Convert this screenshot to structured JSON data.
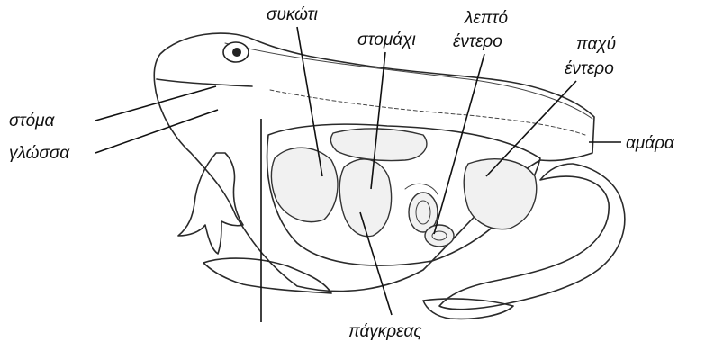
{
  "labels": {
    "mouth": "στόμα",
    "tongue": "γλώσσα",
    "liver": "συκώτι",
    "stomach": "στομάχι",
    "small_intestine_1": "λεπτό",
    "small_intestine_2": "έντερο",
    "large_intestine_1": "παχύ",
    "large_intestine_2": "έντερο",
    "cloaca": "αμάρα",
    "pancreas": "πάγκρεας"
  },
  "colors": {
    "ink": "#111111",
    "skin": "#e6e6e6",
    "cavity": "#f5f5f5"
  }
}
